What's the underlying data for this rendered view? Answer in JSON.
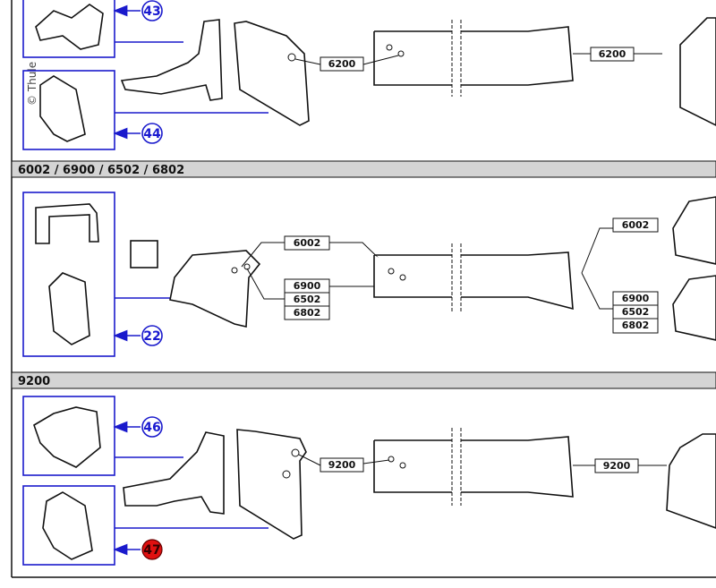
{
  "copyright": "© Thule",
  "colors": {
    "callout": "#1a1acc",
    "selected_callout": "#e01010",
    "header_bg": "#d4d4d4"
  },
  "sections": [
    {
      "title": "",
      "callouts": [
        "43",
        "44"
      ],
      "labels": [
        "6200",
        "6200"
      ]
    },
    {
      "title": "6002 / 6900 / 6502 / 6802",
      "callouts": [
        "22"
      ],
      "labels": [
        "6002",
        "6900",
        "6502",
        "6802",
        "6002",
        "6900",
        "6502",
        "6802"
      ]
    },
    {
      "title": "9200",
      "callouts": [
        "46",
        "47"
      ],
      "labels": [
        "9200",
        "9200"
      ],
      "selected_callout": "47"
    }
  ]
}
